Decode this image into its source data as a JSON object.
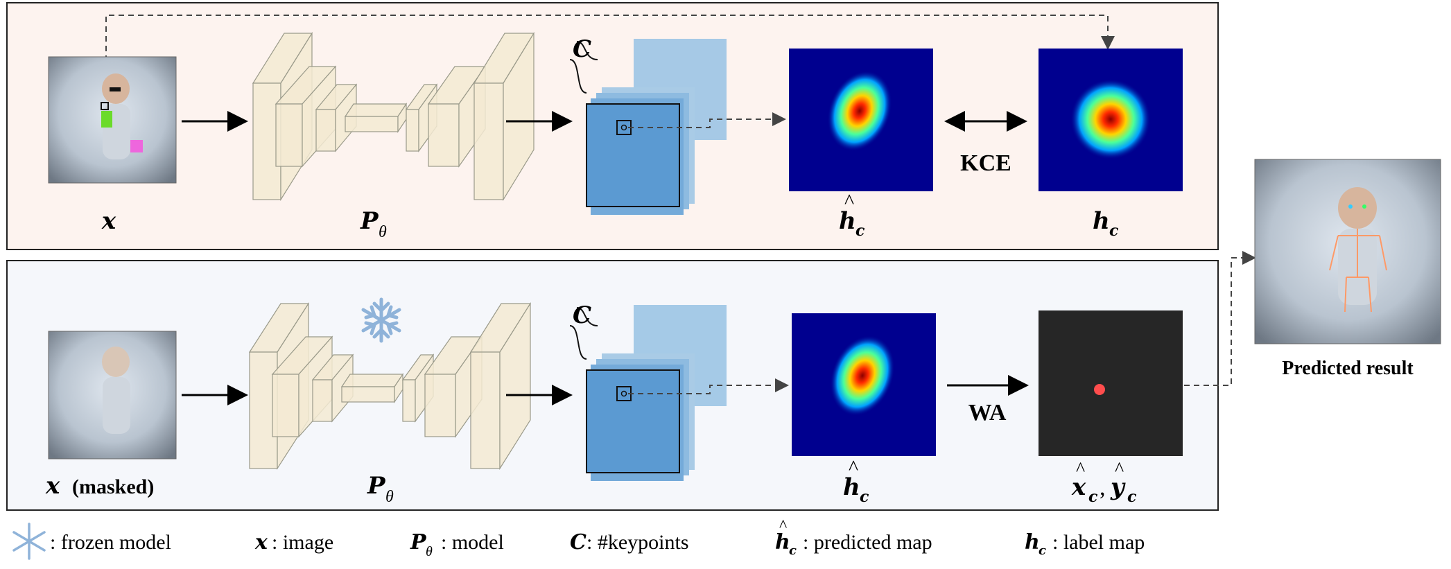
{
  "top_panel": {
    "input_label": "x",
    "model_label_main": "P",
    "model_label_sub": "θ",
    "channels_label": "C",
    "pred_map_main": "h",
    "pred_map_sub": "c",
    "label_map_main": "h",
    "label_map_sub": "c",
    "loss_label": "KCE"
  },
  "bottom_panel": {
    "input_label": "x",
    "input_suffix": "(masked)",
    "model_label_main": "P",
    "model_label_sub": "θ",
    "channels_label": "C",
    "pred_map_main": "h",
    "pred_map_sub": "c",
    "coord_x_main": "x",
    "coord_x_sub": "c",
    "coord_sep": ",",
    "coord_y_main": "y",
    "coord_y_sub": "c",
    "op_label": "WA"
  },
  "result_label": "Predicted result",
  "legend": {
    "frozen": ": frozen model",
    "image_sym": "x",
    "image": ": image",
    "model_sym": "P",
    "model_sub": "θ",
    "model": ": model",
    "keypoints_sym": "C",
    "keypoints": ": #keypoints",
    "pred_sym": "h",
    "pred_sub": "c",
    "pred": ": predicted map",
    "label_sym": "h",
    "label_sub": "c",
    "label": ": label map"
  },
  "colors": {
    "top_panel_bg": "#fdf3ef",
    "bottom_panel_bg": "#f5f7fb",
    "block_fill": "#f3ead2",
    "heatmap_bg": "#00008f",
    "keypoint_dot": "#ff4d4d",
    "snowflake": "#8fb3d9"
  }
}
